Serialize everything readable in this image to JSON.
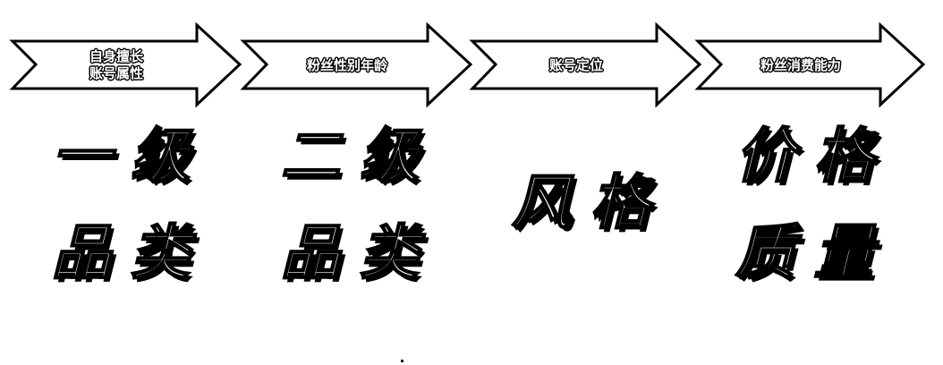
{
  "steps": [
    {
      "lines": [
        "自身擅长",
        "账号属性"
      ]
    },
    {
      "lines": [
        "粉丝性别年龄"
      ]
    },
    {
      "lines": [
        "账号定位"
      ]
    },
    {
      "lines": [
        "粉丝消费能力"
      ]
    }
  ],
  "columns": [
    {
      "line1": "一级",
      "line2": "品类"
    },
    {
      "line1": "二级",
      "line2": "品类"
    },
    {
      "line1": "风格",
      "line2": ""
    },
    {
      "line1": "价格",
      "line2": "质量"
    }
  ]
}
